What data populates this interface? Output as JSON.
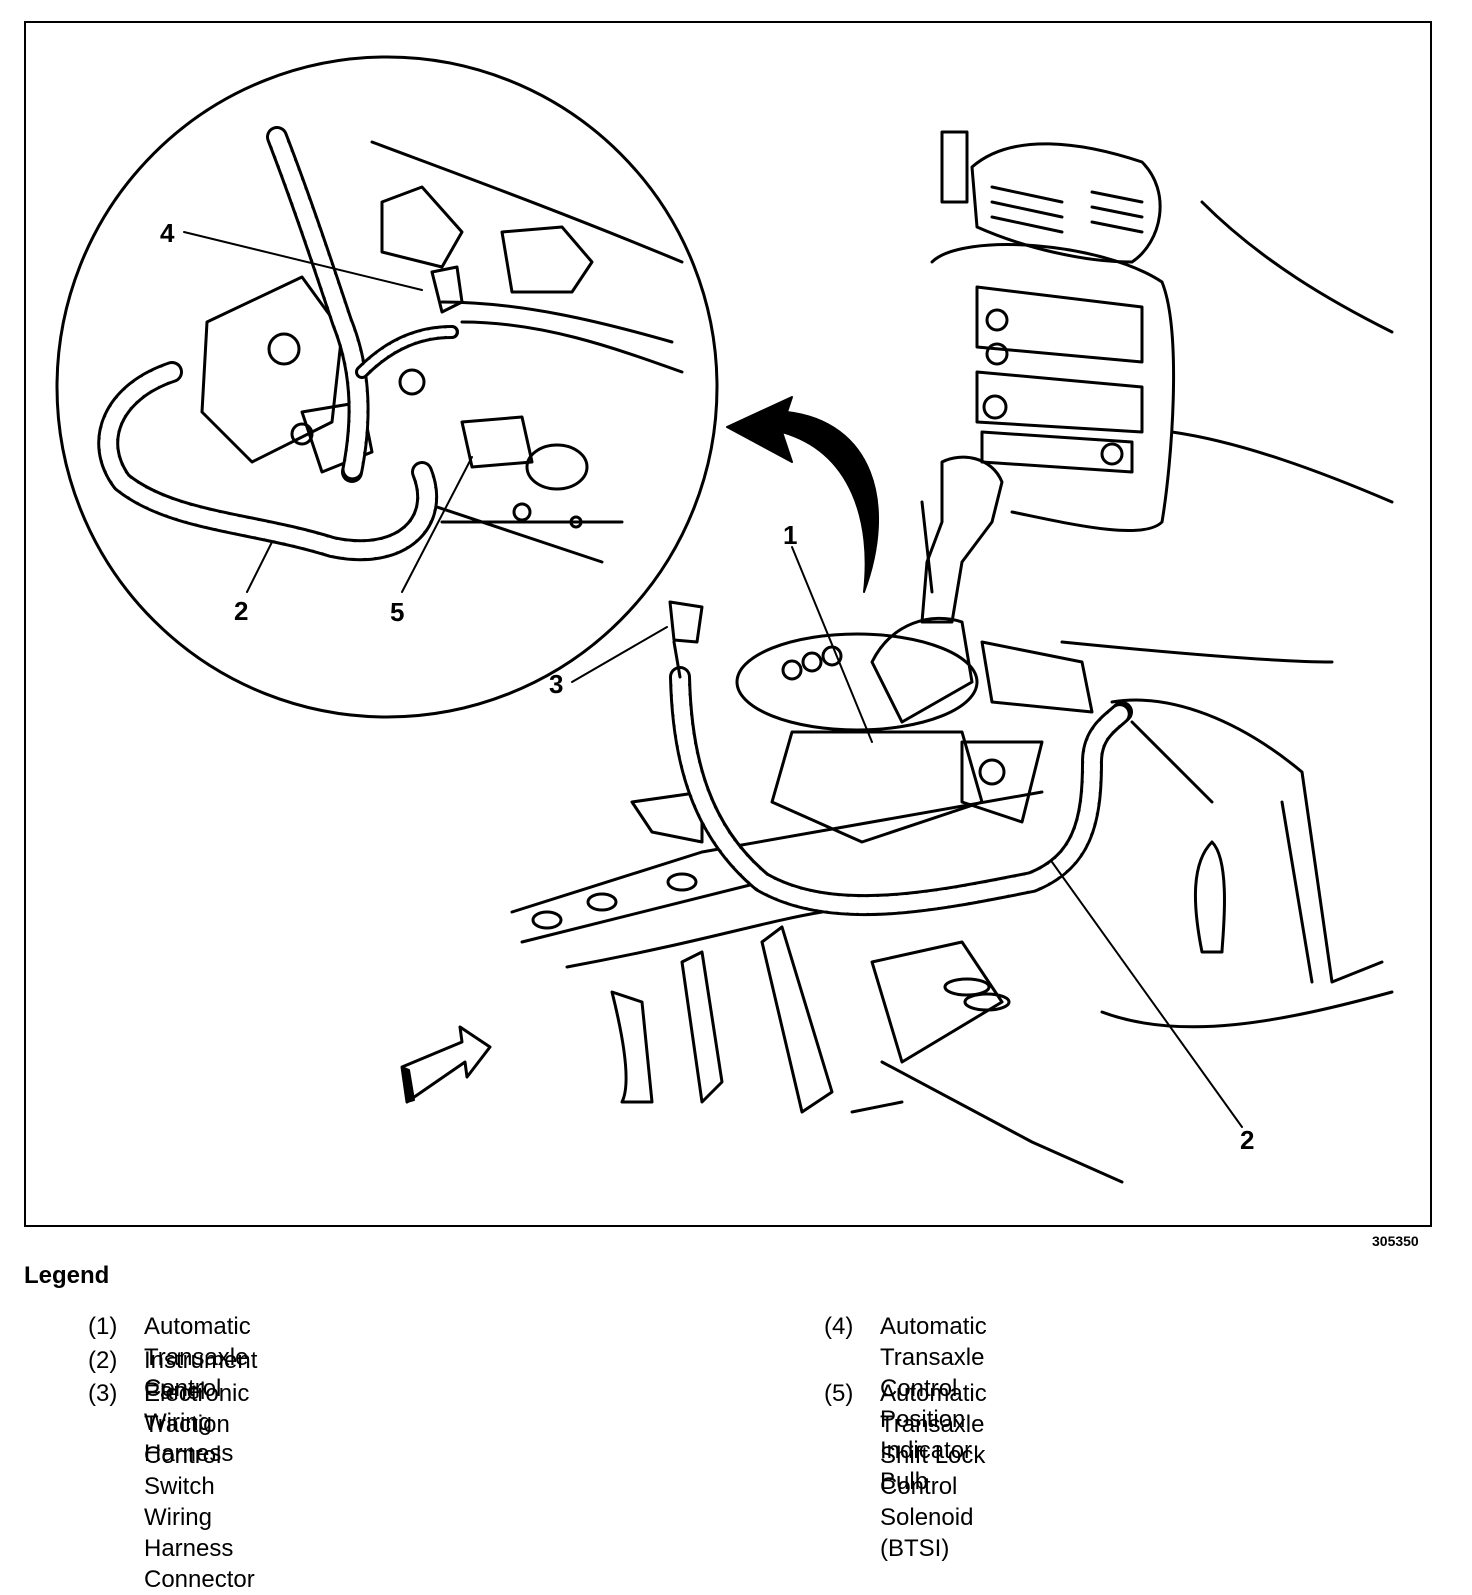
{
  "figure": {
    "id_number": "305350",
    "callouts": [
      "1",
      "2",
      "2",
      "3",
      "4",
      "5"
    ]
  },
  "legend": {
    "title": "Legend",
    "items": [
      {
        "num": "(1)",
        "text": "Automatic Transaxle Control"
      },
      {
        "num": "(2)",
        "text": "Instrument Panel Wiring Harness"
      },
      {
        "num": "(3)",
        "text": "Electronic Traction Control Switch Wiring\nHarness Connector"
      },
      {
        "num": "(4)",
        "text": "Automatic Transaxle Control Position\nIndicator Bulb"
      },
      {
        "num": "(5)",
        "text": "Automatic Transaxle Shift Lock Control\nSolenoid (BTSI)"
      }
    ]
  }
}
